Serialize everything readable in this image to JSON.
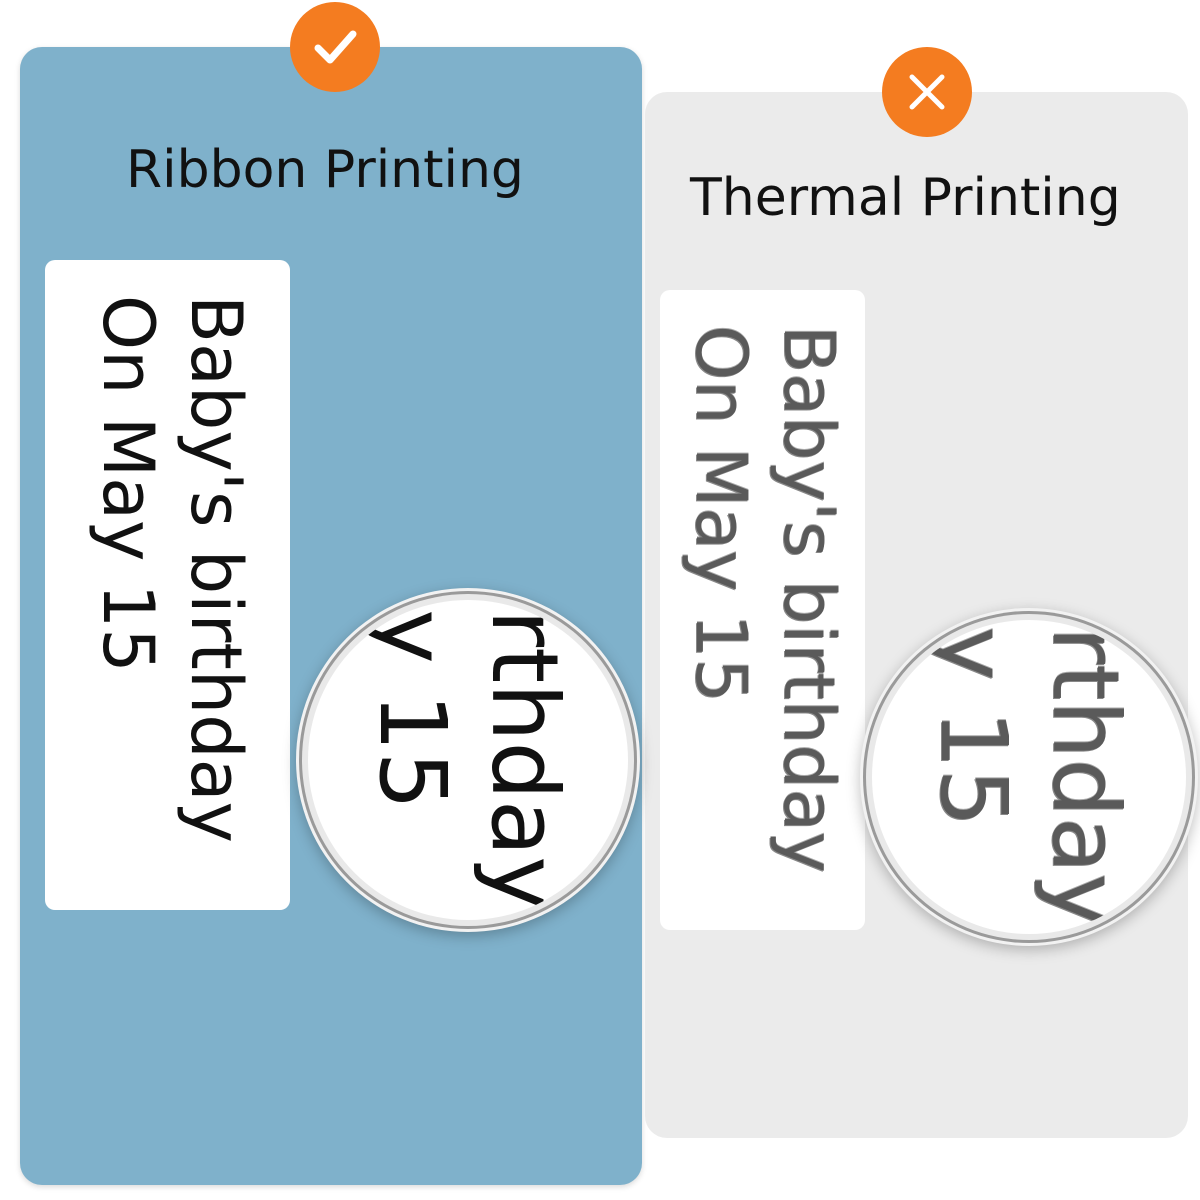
{
  "ribbon": {
    "title": "Ribbon Printing",
    "status_icon": "check-icon",
    "line1": "Baby's birthday",
    "line2": "On May 15",
    "panel_color": "#7fb1cb"
  },
  "thermal": {
    "title": "Thermal Printing",
    "status_icon": "x-icon",
    "line1": "Baby's birthday",
    "line2": "On May 15",
    "panel_color": "#ebebeb"
  },
  "badge_color": "#f47c20"
}
